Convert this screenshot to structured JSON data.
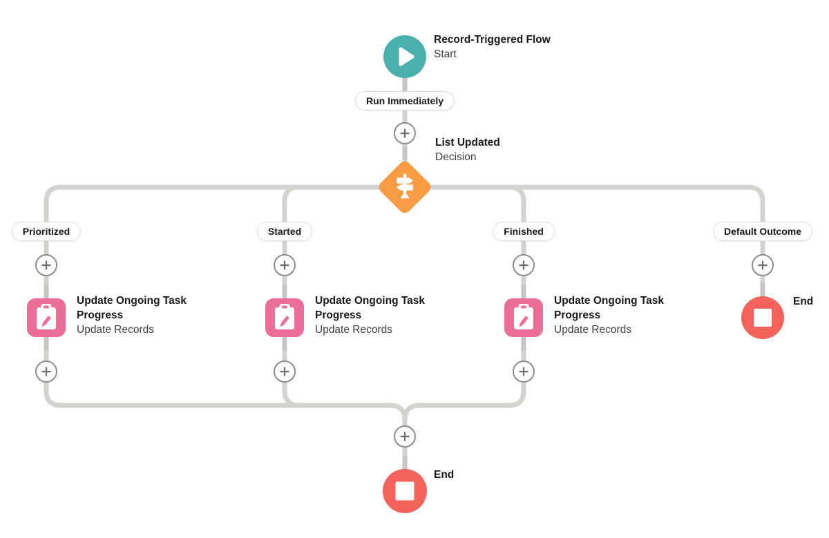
{
  "canvas": {
    "background": "#FFFFFF"
  },
  "colors": {
    "start_teal": "#4AB0AE",
    "decision_orange": "#F79C42",
    "update_pink": "#EB6E96",
    "end_red": "#F4635B",
    "connector_gray": "#D5D3D0",
    "connector_stub_gray": "#C8C6C3",
    "plus_border_gray": "#8E8D8B",
    "plus_glyph_gray": "#6F6E6B",
    "title_text": "#181818",
    "subtitle_text": "#3E3E3C"
  },
  "icons": {
    "start": "play-icon",
    "decision": "signpost-icon",
    "update_records": "clipboard-pencil-icon",
    "end": "stop-icon",
    "add": "plus-icon"
  },
  "start": {
    "title": "Record-Triggered Flow",
    "subtitle": "Start",
    "path_label": "Run Immediately"
  },
  "decision": {
    "title": "List Updated",
    "subtitle": "Decision"
  },
  "outcomes": [
    {
      "label": "Prioritized",
      "node": {
        "title": "Update Ongoing Task Progress",
        "subtitle": "Update Records"
      }
    },
    {
      "label": "Started",
      "node": {
        "title": "Update Ongoing Task Progress",
        "subtitle": "Update Records"
      }
    },
    {
      "label": "Finished",
      "node": {
        "title": "Update Ongoing Task Progress",
        "subtitle": "Update Records"
      }
    },
    {
      "label": "Default Outcome",
      "node": {
        "title": "End"
      }
    }
  ],
  "merge_end": {
    "title": "End"
  }
}
